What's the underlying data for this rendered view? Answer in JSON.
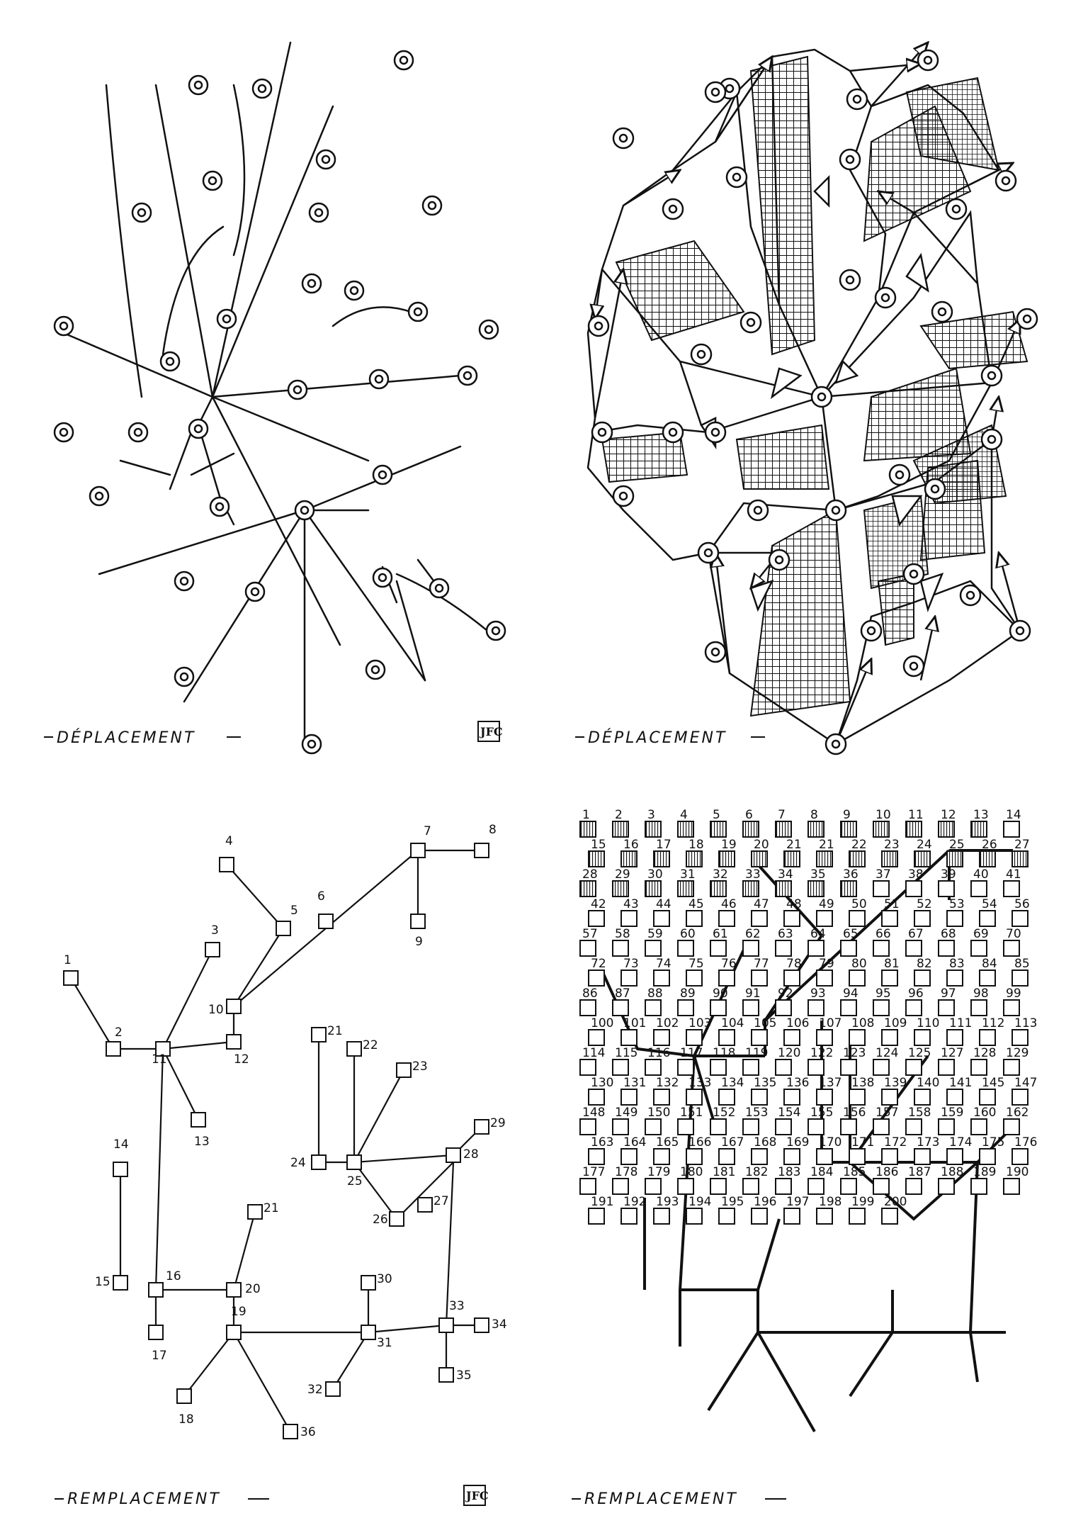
{
  "panels": {
    "top_left": {
      "caption": "DÉPLACEMENT",
      "signature": "JFC"
    },
    "top_right": {
      "caption": "DÉPLACEMENT"
    },
    "bottom_left": {
      "caption": "REMPLACEMENT",
      "signature": "JFC"
    },
    "bottom_right": {
      "caption": "REMPLACEMENT"
    }
  },
  "colors": {
    "ink": "#111111",
    "paper": "#ffffff"
  },
  "bottom_left_labels": [
    "1",
    "2",
    "3",
    "4",
    "5",
    "6",
    "7",
    "8",
    "9",
    "10",
    "11",
    "12",
    "13",
    "14",
    "15",
    "16",
    "17",
    "18",
    "19",
    "20",
    "21",
    "21",
    "22",
    "23",
    "24",
    "25",
    "26",
    "27",
    "28",
    "29",
    "30",
    "31",
    "32",
    "33",
    "34",
    "35",
    "36"
  ],
  "bottom_right_labels": [
    "1",
    "2",
    "3",
    "4",
    "5",
    "6",
    "7",
    "8",
    "9",
    "10",
    "11",
    "12",
    "13",
    "14",
    "15",
    "16",
    "17",
    "18",
    "19",
    "20",
    "21",
    "21",
    "22",
    "23",
    "24",
    "25",
    "26",
    "27",
    "28",
    "29",
    "30",
    "31",
    "32",
    "33",
    "34",
    "35",
    "36",
    "37",
    "38",
    "39",
    "40",
    "41",
    "42",
    "43",
    "44",
    "45",
    "46",
    "47",
    "48",
    "49",
    "50",
    "51",
    "52",
    "53",
    "54",
    "56",
    "57",
    "58",
    "59",
    "60",
    "61",
    "62",
    "63",
    "64",
    "65",
    "66",
    "67",
    "68",
    "69",
    "70",
    "72",
    "73",
    "74",
    "75",
    "76",
    "77",
    "78",
    "79",
    "80",
    "81",
    "82",
    "83",
    "84",
    "85",
    "86",
    "87",
    "88",
    "89",
    "90",
    "91",
    "92",
    "93",
    "94",
    "95",
    "96",
    "97",
    "98",
    "99",
    "100",
    "101",
    "102",
    "103",
    "104",
    "105",
    "106",
    "107",
    "108",
    "109",
    "110",
    "111",
    "112",
    "113",
    "114",
    "115",
    "116",
    "117",
    "118",
    "119",
    "120",
    "122",
    "123",
    "124",
    "125",
    "127",
    "128",
    "129",
    "130",
    "131",
    "132",
    "133",
    "134",
    "135",
    "136",
    "137",
    "138",
    "139",
    "140",
    "141",
    "145",
    "147",
    "148",
    "149",
    "150",
    "151",
    "152",
    "153",
    "154",
    "155",
    "156",
    "157",
    "158",
    "159",
    "160",
    "162",
    "163",
    "164",
    "165",
    "166",
    "167",
    "168",
    "169",
    "170",
    "171",
    "172",
    "173",
    "174",
    "175",
    "176",
    "177",
    "178",
    "179",
    "180",
    "181",
    "182",
    "183",
    "184",
    "185",
    "186",
    "187",
    "188",
    "189",
    "190",
    "191",
    "192",
    "193",
    "194",
    "195",
    "196",
    "197",
    "198",
    "199",
    "200"
  ]
}
